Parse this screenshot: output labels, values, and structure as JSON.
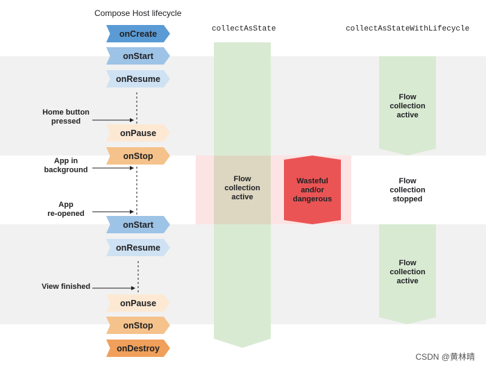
{
  "header": {
    "lifecycle_title": "Compose Host lifecycle",
    "col1_title": "collectAsState",
    "col2_title": "collectAsStateWithLifecycle"
  },
  "lifecycle_states": [
    {
      "label": "onCreate",
      "color": "#5b9bd5"
    },
    {
      "label": "onStart",
      "color": "#9dc3e6"
    },
    {
      "label": "onResume",
      "color": "#cfe2f3"
    },
    {
      "label": "onPause",
      "color": "#fde9d3"
    },
    {
      "label": "onStop",
      "color": "#f5c28b"
    },
    {
      "label": "onStart",
      "color": "#9dc3e6"
    },
    {
      "label": "onResume",
      "color": "#cfe2f3"
    },
    {
      "label": "onPause",
      "color": "#fde9d3"
    },
    {
      "label": "onStop",
      "color": "#f5c28b"
    },
    {
      "label": "onDestroy",
      "color": "#f0a05a"
    }
  ],
  "events": [
    {
      "line1": "Home button",
      "line2": "pressed"
    },
    {
      "line1": "App in",
      "line2": "background"
    },
    {
      "line1": "App",
      "line2": "re-opened"
    },
    {
      "line1": "View finished",
      "line2": ""
    }
  ],
  "col1": {
    "box_line1": "Flow",
    "box_line2": "collection",
    "box_line3": "active",
    "warning_line1": "Wasteful",
    "warning_line2": "and/or",
    "warning_line3": "dangerous"
  },
  "col2": {
    "active1_line1": "Flow",
    "active1_line2": "collection",
    "active1_line3": "active",
    "stopped_line1": "Flow",
    "stopped_line2": "collection",
    "stopped_line3": "stopped",
    "active2_line1": "Flow",
    "active2_line2": "collection",
    "active2_line3": "active"
  },
  "colors": {
    "band_gray": "#f1f1f1",
    "green": "#d9ead3",
    "pink": "#fce4e4",
    "overlap": "#ddd6c1",
    "red": "#ea5455"
  },
  "watermark": "CSDN @黄林晴"
}
